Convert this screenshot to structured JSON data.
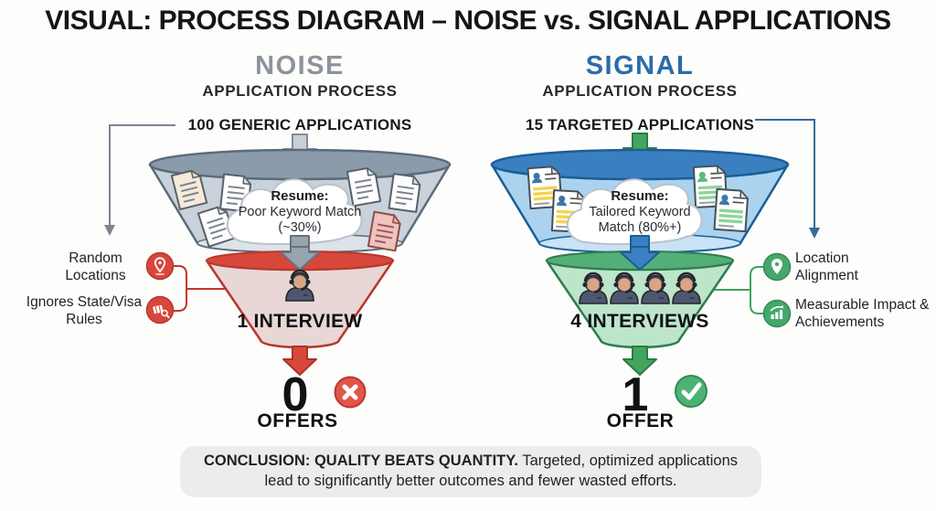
{
  "title": "VISUAL: PROCESS DIAGRAM – NOISE vs. SIGNAL APPLICATIONS",
  "noise": {
    "heading": "NOISE",
    "subheading": "APPLICATION PROCESS",
    "stage_top": "100 GENERIC APPLICATIONS",
    "cloud": {
      "title": "Resume:",
      "body": "Poor Keyword Match (~30%)"
    },
    "stage_mid": "1 INTERVIEW",
    "result_count": "0",
    "result_label": "OFFERS",
    "result_icon": "x-circle",
    "annotations": [
      {
        "icon": "location-pin-icon",
        "label": "Random Locations"
      },
      {
        "icon": "map-rules-icon",
        "label": "Ignores State/Visa Rules"
      }
    ]
  },
  "signal": {
    "heading": "SIGNAL",
    "subheading": "APPLICATION PROCESS",
    "stage_top": "15 TARGETED APPLICATIONS",
    "cloud": {
      "title": "Resume:",
      "body": "Tailored Keyword Match (80%+)"
    },
    "stage_mid": "4 INTERVIEWS",
    "result_count": "1",
    "result_label": "OFFER",
    "result_icon": "check-circle",
    "annotations": [
      {
        "icon": "location-pin-icon",
        "label": "Location Alignment"
      },
      {
        "icon": "growth-chart-icon",
        "label": "Measurable Impact & Achievements"
      }
    ]
  },
  "conclusion": {
    "headline": "CONCLUSION: QUALITY BEATS QUANTITY.",
    "body": "Targeted, optimized applications lead to significantly better outcomes and fewer wasted efforts."
  },
  "colors": {
    "noise_gray": "#8d939b",
    "signal_blue": "#2b6ca8",
    "negative_red": "#d8473b",
    "positive_green": "#44a55f"
  }
}
